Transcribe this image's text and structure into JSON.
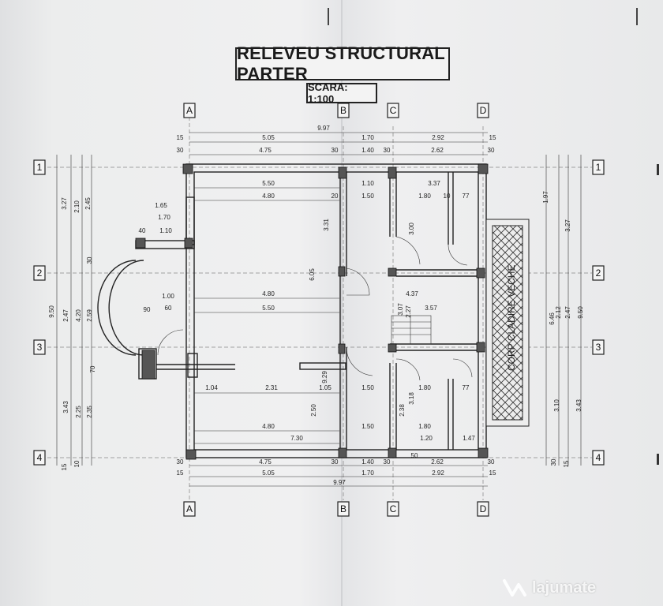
{
  "title": "RELEVEU STRUCTURAL PARTER",
  "scale": "SCARA: 1:100",
  "room_label": "CORP CLADIRE VECHE",
  "axes": {
    "columns": [
      "A",
      "B",
      "C",
      "D"
    ],
    "rows": [
      "1",
      "2",
      "3",
      "4"
    ]
  },
  "dims_top": {
    "total": "9.97",
    "row1": [
      "15",
      "5.05",
      "1.70",
      "2.92",
      "15"
    ],
    "row2": [
      "30",
      "4.75",
      "30",
      "1.40",
      "30",
      "2.62",
      "30"
    ]
  },
  "dims_bottom": {
    "row1": [
      "30",
      "4.75",
      "30",
      "1.40",
      "30",
      "2.62",
      "30"
    ],
    "row2": [
      "15",
      "5.05",
      "1.70",
      "2.92",
      "15"
    ],
    "total": "9.97"
  },
  "dims_interior": [
    "5.50",
    "4.80",
    "1.10",
    "3.37",
    "1.50",
    "1.80",
    "10",
    "77",
    "20",
    "4.80",
    "5.50",
    "4.37",
    "3.57",
    "3.07",
    "2.27",
    "1.04",
    "2.31",
    "1.05",
    "1.50",
    "1.80",
    "77",
    "4.80",
    "1.50",
    "1.80",
    "7.30",
    "1.20",
    "1.47",
    "3.31",
    "6.05",
    "9.29",
    "2.50",
    "3.00",
    "3.18",
    "2.38",
    "50",
    "1.00",
    "60",
    "90",
    "1.65",
    "1.70",
    "1.10",
    "40"
  ],
  "dims_left": [
    "9.50",
    "3.27",
    "2.10",
    "2.45",
    "2.47",
    "4.20",
    "2.59",
    "3.43",
    "2.25",
    "2.35",
    "70",
    "15",
    "10",
    "30"
  ],
  "dims_right": [
    "1.97",
    "2.12",
    "2.47",
    "6.46",
    "9.50",
    "3.10",
    "3.27",
    "3.43",
    "30",
    "15"
  ],
  "watermark": "lajumate"
}
